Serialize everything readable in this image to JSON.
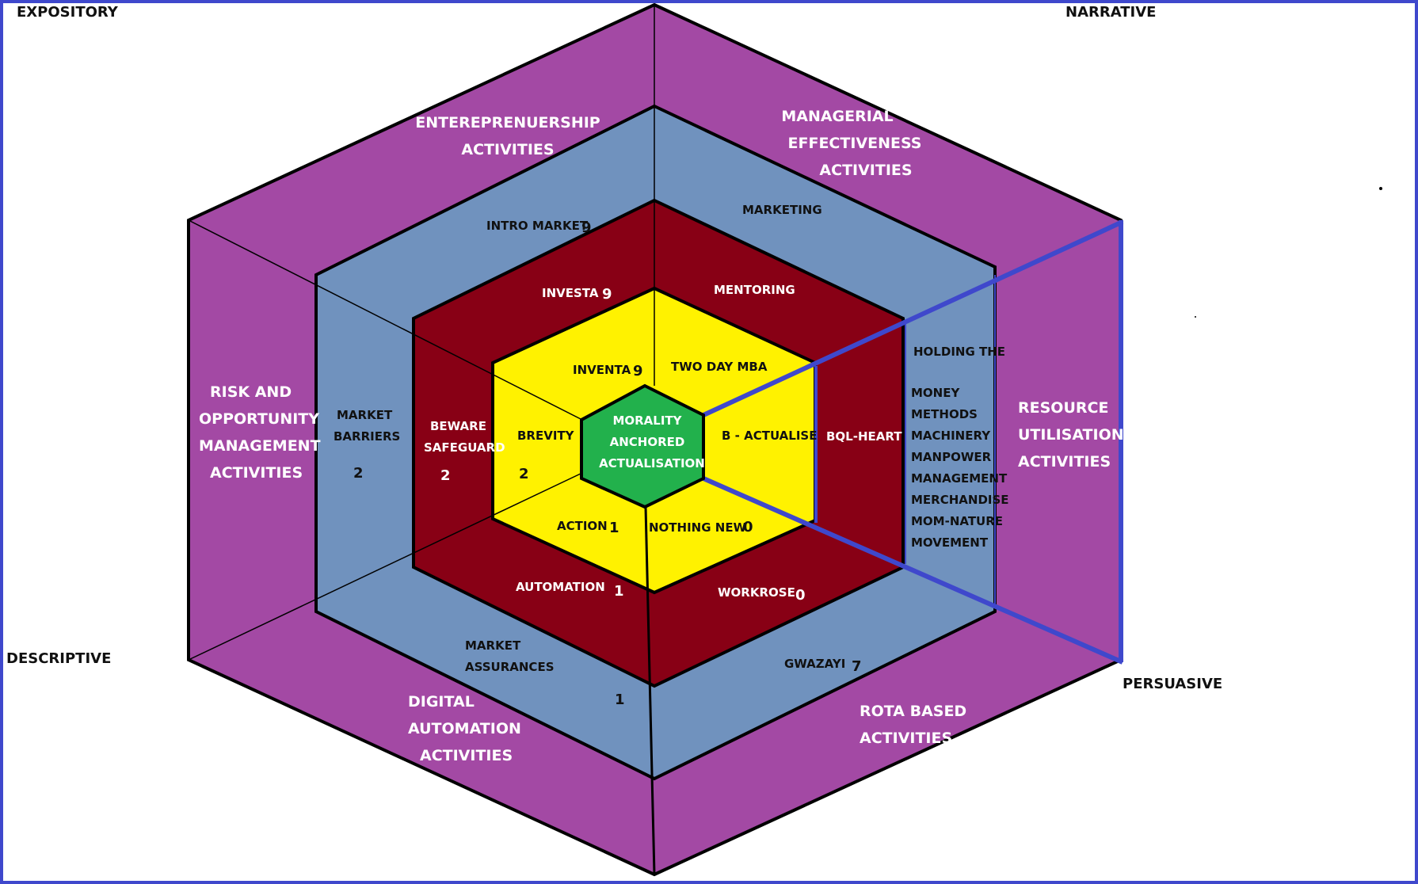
{
  "corners": {
    "expository": "EXPOSITORY",
    "narrative": "NARRATIVE",
    "descriptive": "DESCRIPTIVE",
    "persuasive": "PERSUASIVE"
  },
  "outer_ring": {
    "entrepreneurship": [
      "ENTEREPRENUERSHIP",
      "ACTIVITIES"
    ],
    "managerial": [
      "MANAGERIAL",
      "EFFECTIVENESS",
      "ACTIVITIES"
    ],
    "resource": [
      "RESOURCE",
      "UTILISATION",
      "ACTIVITIES"
    ],
    "rota": [
      "ROTA BASED",
      "ACTIVITIES"
    ],
    "digital": [
      "DIGITAL",
      "AUTOMATION",
      "ACTIVITIES"
    ],
    "risk": [
      "RISK AND",
      "OPPORTUNITY",
      "MANAGEMENT",
      "ACTIVITIES"
    ]
  },
  "ring2": {
    "intro_market": "INTRO MARKET",
    "intro_market_num": "9",
    "marketing": "MARKETING",
    "holding": "HOLDING THE",
    "m_list": [
      "MONEY",
      "METHODS",
      "MACHINERY",
      "MANPOWER",
      "MANAGEMENT",
      "MERCHANDISE",
      "MOM-NATURE",
      "MOVEMENT"
    ],
    "gwazayi": "GWAZAYI",
    "gwazayi_num": "7",
    "market_assurances": [
      "MARKET",
      "ASSURANCES"
    ],
    "market_assurances_num": "1",
    "market_barriers": [
      "MARKET",
      "BARRIERS"
    ],
    "market_barriers_num": "2"
  },
  "ring3": {
    "investa": "INVESTA",
    "investa_num": "9",
    "mentoring": "MENTORING",
    "bql": "BQL-HEART",
    "workrose": "WORKROSE",
    "workrose_num": "0",
    "automation": "AUTOMATION",
    "automation_num": "1",
    "beware": [
      "BEWARE",
      "SAFEGUARD"
    ],
    "beware_num": "2"
  },
  "ring4": {
    "inventa": "INVENTA",
    "inventa_num": "9",
    "two_day": "TWO DAY MBA",
    "b_actualise": "B - ACTUALISE",
    "nothing_new": "NOTHING NEW",
    "nothing_new_num": "0",
    "action": "ACTION",
    "action_num": "1",
    "brevity": "BREVITY",
    "brevity_num": "2"
  },
  "core": [
    "MORALITY",
    "ANCHORED",
    "ACTUALISATION"
  ],
  "colors": {
    "outer": "#a349a4",
    "ring2": "#7092be",
    "ring3": "#880015",
    "ring4": "#fff200",
    "core": "#22b14c",
    "accent_line": "#3f48cc"
  }
}
